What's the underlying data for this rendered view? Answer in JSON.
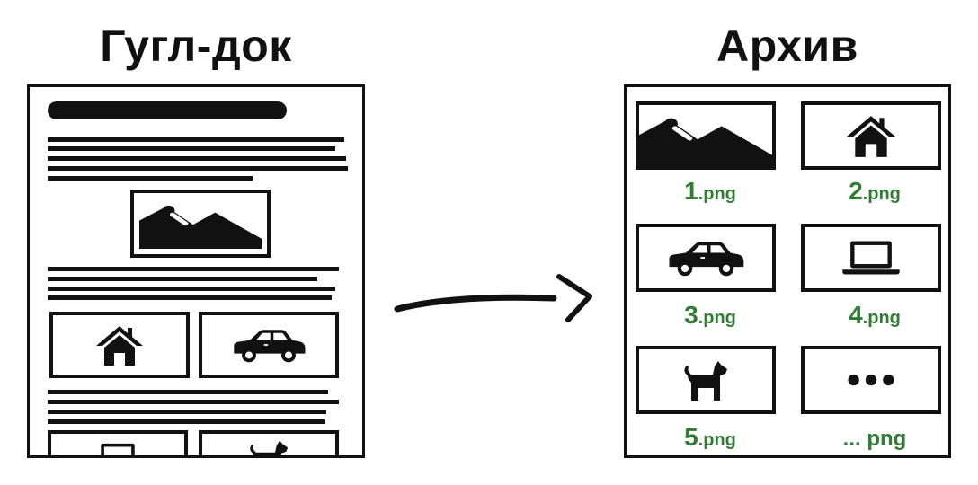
{
  "left_panel": {
    "title": "Гугл-док"
  },
  "right_panel": {
    "title": "Архив",
    "files": [
      {
        "number": "1",
        "ext": ".png",
        "icon": "landscape-image-icon"
      },
      {
        "number": "2",
        "ext": ".png",
        "icon": "house-icon"
      },
      {
        "number": "3",
        "ext": ".png",
        "icon": "car-icon"
      },
      {
        "number": "4",
        "ext": ".png",
        "icon": "laptop-icon"
      },
      {
        "number": "5",
        "ext": ".png",
        "icon": "dog-icon"
      }
    ],
    "more_label": "... png",
    "more_icon": "ellipsis-icon"
  },
  "colors": {
    "ink": "#111111",
    "label": "#2e7d32",
    "background": "#ffffff"
  },
  "connector": {
    "icon": "arrow-right-icon"
  }
}
